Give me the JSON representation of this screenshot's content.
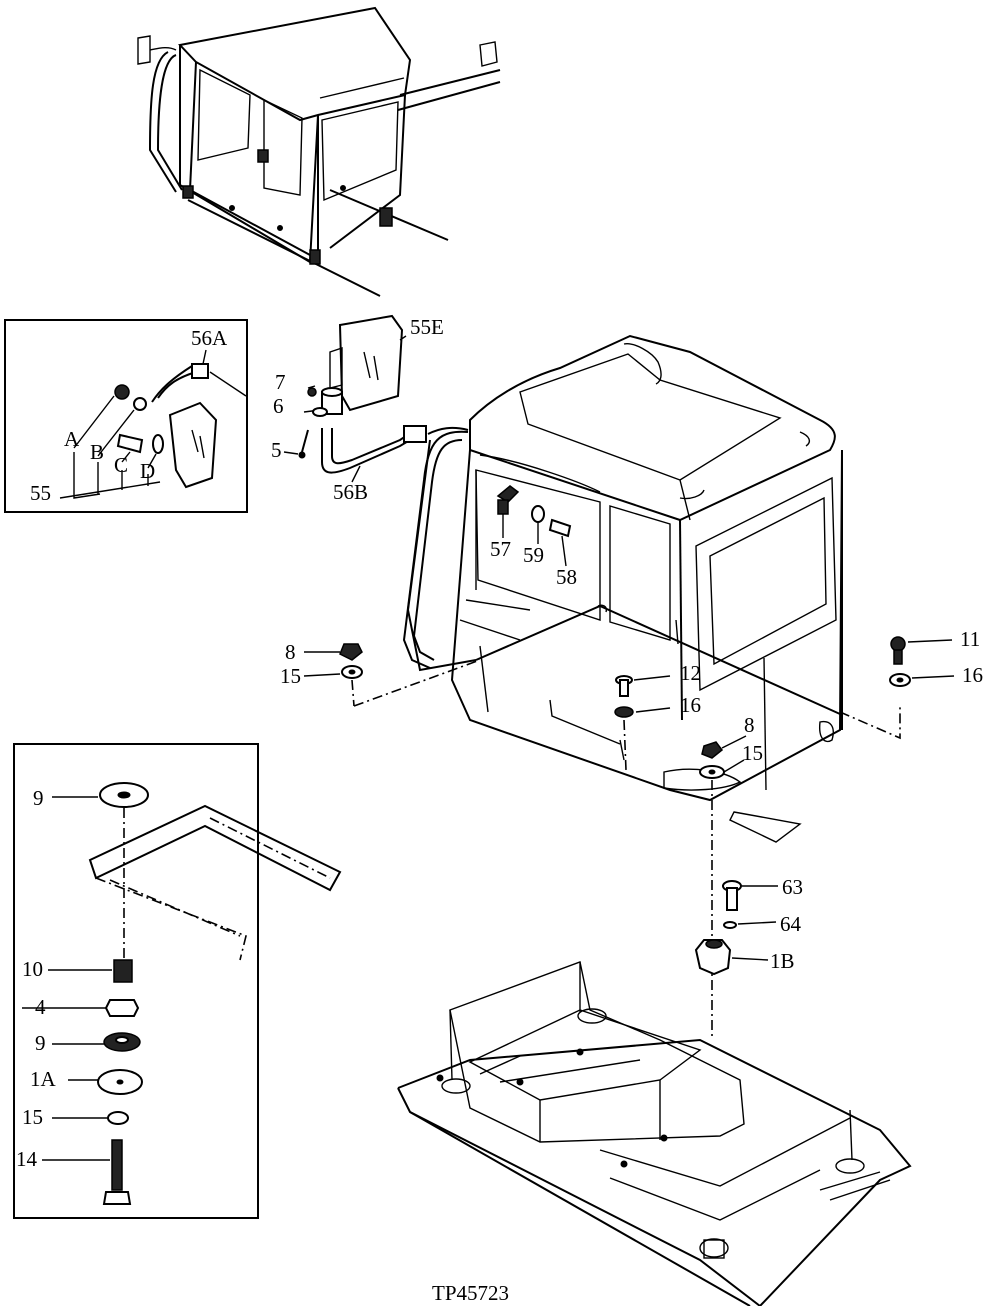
{
  "figure_id": "TP45723",
  "callouts": {
    "c_56A": "56A",
    "c_A": "A",
    "c_B": "B",
    "c_C": "C",
    "c_D": "D",
    "c_55": "55",
    "c_55E": "55E",
    "c_7": "7",
    "c_6": "6",
    "c_5": "5",
    "c_56B": "56B",
    "c_57": "57",
    "c_59": "59",
    "c_58": "58",
    "c_8a": "8",
    "c_15a": "15",
    "c_11": "11",
    "c_16a": "16",
    "c_12": "12",
    "c_16b": "16",
    "c_8b": "8",
    "c_15b": "15",
    "c_63": "63",
    "c_64": "64",
    "c_1B": "1B",
    "c_9a": "9",
    "c_10": "10",
    "c_4": "4",
    "c_9b": "9",
    "c_1A": "1A",
    "c_15c": "15",
    "c_14": "14"
  }
}
